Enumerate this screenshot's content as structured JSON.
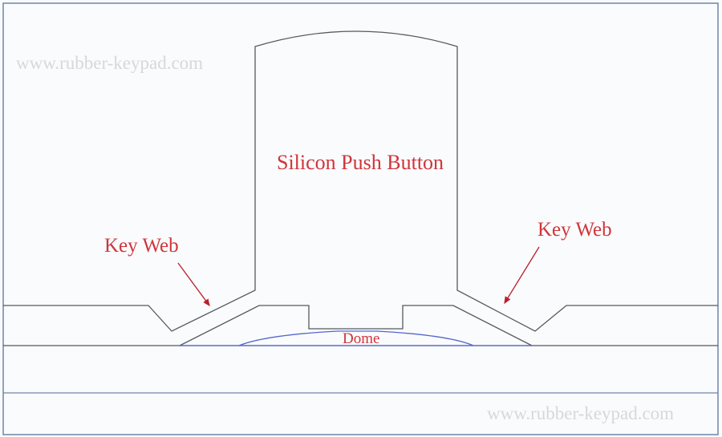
{
  "labels": {
    "button": "Silicon Push Button",
    "key_web_left": "Key Web",
    "key_web_right": "Key Web",
    "dome": "Dome"
  },
  "watermarks": {
    "top": "www.rubber-keypad.com",
    "bottom": "www.rubber-keypad.com"
  },
  "colors": {
    "outline": "#555a60",
    "label": "#d0353a",
    "dome": "#5566cc",
    "frame": "#6e86a8"
  }
}
